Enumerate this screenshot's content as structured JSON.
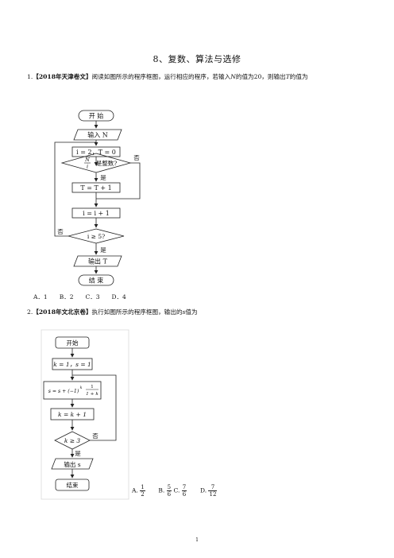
{
  "section_title": "8、复数、算法与选修",
  "q1": {
    "number": "1.",
    "source": "【2018年天津卷文】",
    "text_a": "阅读如图所示的程序框图，运行相应的程序，若输入",
    "var_n": "N",
    "text_b": "的值为20，则输出",
    "var_t": "T",
    "text_c": "的值为",
    "flowchart": {
      "start": "开 始",
      "input": "输入 N",
      "init": "i = 2，T = 0",
      "cond1_num": "N",
      "cond1_den": "i",
      "cond1_text": "是整数?",
      "update_t": "T = T + 1",
      "update_i": "i = i + 1",
      "cond2": "i ≥ 5?",
      "output": "输出 T",
      "end": "结 束",
      "yes": "是",
      "no": "否"
    },
    "choices": "A．1　　B．2　　C．3　　D．4"
  },
  "q2": {
    "number": "2.",
    "source": "【2018年文北京卷】",
    "text_a": "执行如图所示的程序框图，输出的",
    "var_s": "s",
    "text_b": "值为",
    "flowchart": {
      "start": "开始",
      "init": "k = 1，s = 1",
      "update_s_left": "s = s + (−1)",
      "update_s_exp": "k",
      "update_s_num": "1",
      "update_s_den": "1 + k",
      "update_k": "k = k + 1",
      "cond": "k ≥ 3",
      "yes": "是",
      "no": "否",
      "output": "输出 s",
      "end": "结束"
    },
    "choices": [
      {
        "label": "A.",
        "num": "1",
        "den": "2"
      },
      {
        "label": "B.",
        "num": "5",
        "den": "6"
      },
      {
        "label": "C.",
        "num": "7",
        "den": "6"
      },
      {
        "label": "D.",
        "num": "7",
        "den": "12"
      }
    ]
  },
  "page_number": "1"
}
